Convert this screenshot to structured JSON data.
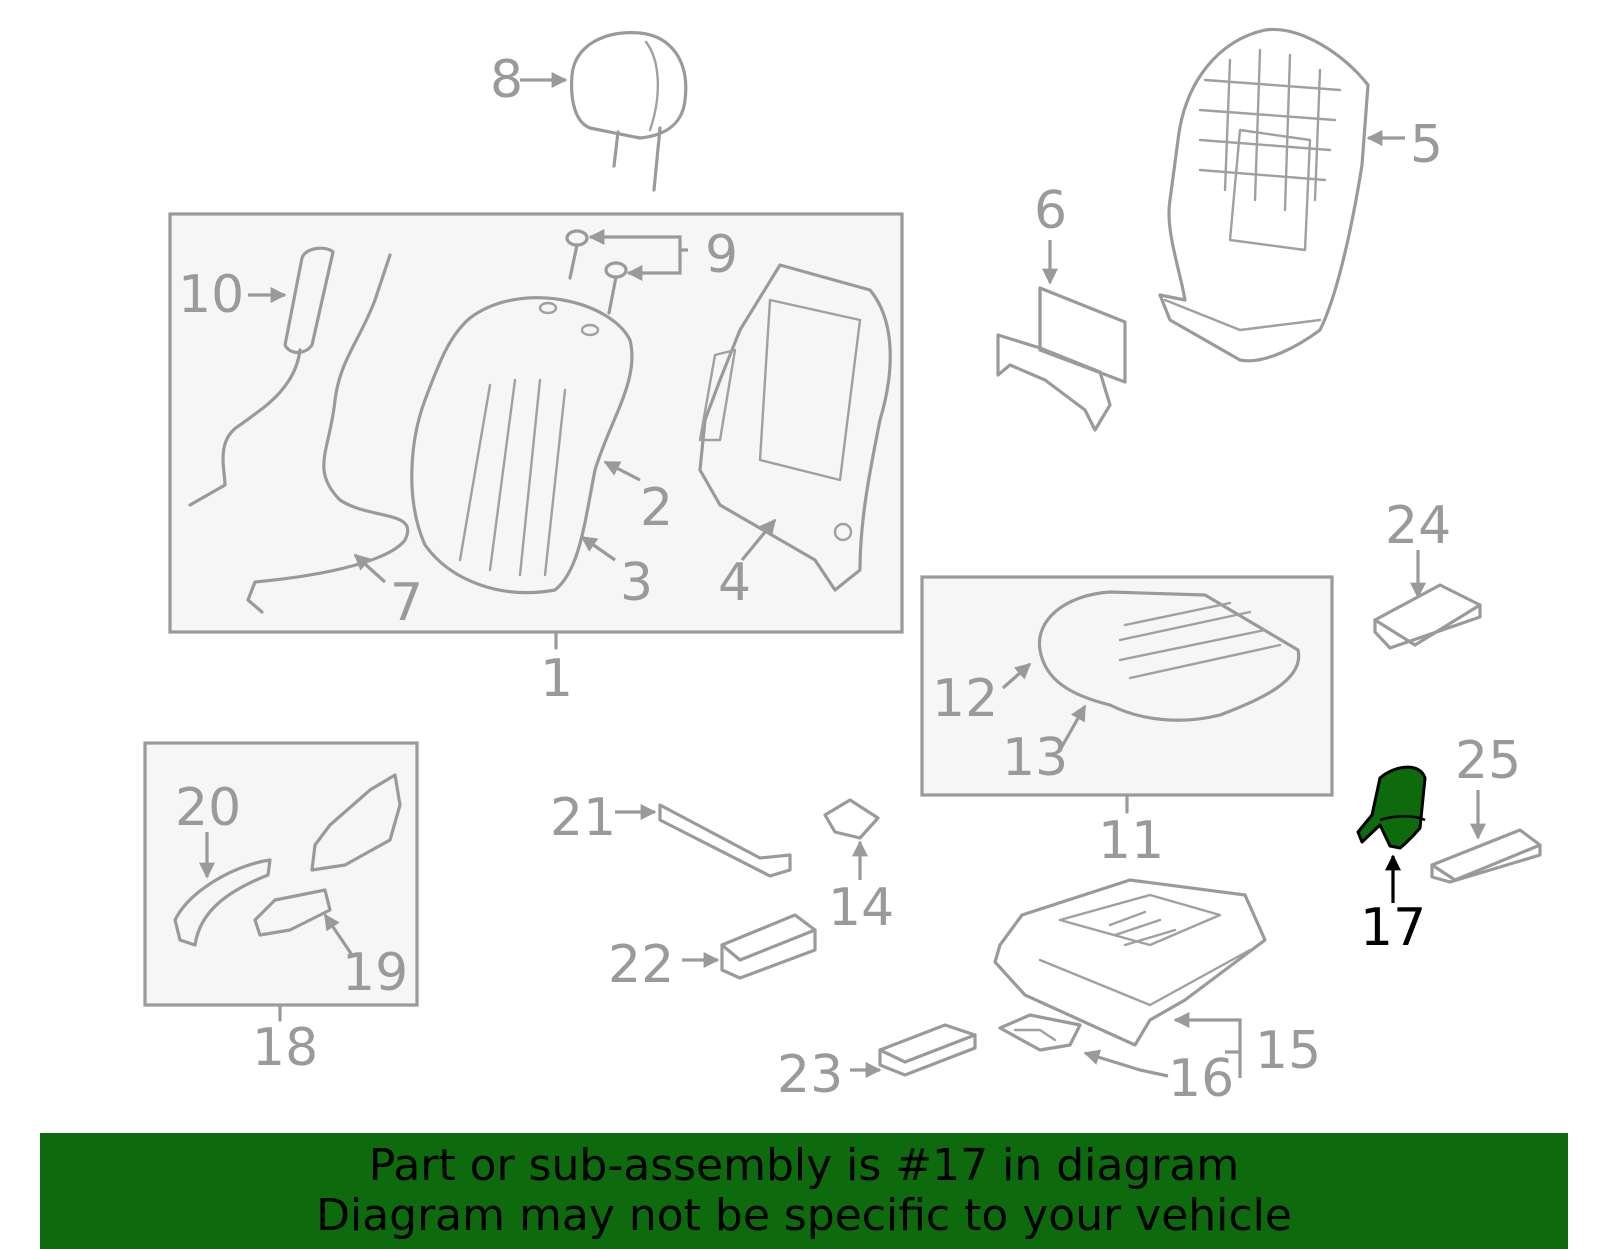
{
  "diagram": {
    "highlight_color": "#0d6a0d",
    "highlighted_part": "17",
    "callouts": {
      "c1": "1",
      "c2": "2",
      "c3": "3",
      "c4": "4",
      "c5": "5",
      "c6": "6",
      "c7": "7",
      "c8": "8",
      "c9": "9",
      "c10": "10",
      "c11": "11",
      "c12": "12",
      "c13": "13",
      "c14": "14",
      "c15": "15",
      "c16": "16",
      "c17": "17",
      "c18": "18",
      "c19": "19",
      "c20": "20",
      "c21": "21",
      "c22": "22",
      "c23": "23",
      "c24": "24",
      "c25": "25"
    }
  },
  "banner": {
    "line1": "Part or sub-assembly is #17 in diagram",
    "line2": "Diagram may not be specific to your vehicle"
  }
}
